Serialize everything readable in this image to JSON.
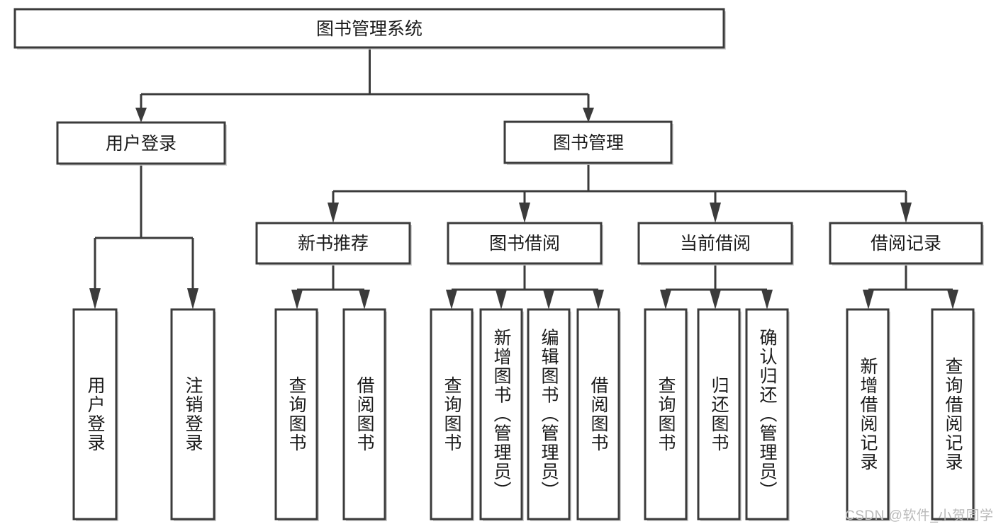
{
  "diagram": {
    "title": "图书管理系统",
    "type": "tree-hierarchy-chart",
    "orientation": "top-down",
    "colors": {
      "box_stroke": "#3b3b3b",
      "box_fill": "#ffffff",
      "edge": "#3b3b3b",
      "text": "#1a1a1a",
      "watermark": "#b9b9b9",
      "background": "#ffffff"
    },
    "root": {
      "label": "图书管理系统"
    },
    "level2": [
      {
        "id": "user-login",
        "label": "用户登录"
      },
      {
        "id": "book-management",
        "label": "图书管理"
      }
    ],
    "level3": [
      {
        "id": "new-book-recommend",
        "label": "新书推荐",
        "parent": "book-management"
      },
      {
        "id": "book-borrow",
        "label": "图书借阅",
        "parent": "book-management"
      },
      {
        "id": "current-borrow",
        "label": "当前借阅",
        "parent": "book-management"
      },
      {
        "id": "borrow-record",
        "label": "借阅记录",
        "parent": "book-management"
      }
    ],
    "leaves": {
      "user-login": [
        {
          "id": "leaf-user-login",
          "label": "用户登录"
        },
        {
          "id": "leaf-user-logout",
          "label": "注销登录"
        }
      ],
      "new-book-recommend": [
        {
          "id": "leaf-query-book-1",
          "label": "查询图书"
        },
        {
          "id": "leaf-borrow-book-1",
          "label": "借阅图书"
        }
      ],
      "book-borrow": [
        {
          "id": "leaf-query-book-2",
          "label": "查询图书"
        },
        {
          "id": "leaf-add-book",
          "label": "新增图书（管理员）"
        },
        {
          "id": "leaf-edit-book",
          "label": "编辑图书（管理员）"
        },
        {
          "id": "leaf-borrow-book-2",
          "label": "借阅图书"
        }
      ],
      "current-borrow": [
        {
          "id": "leaf-query-book-3",
          "label": "查询图书"
        },
        {
          "id": "leaf-return-book",
          "label": "归还图书"
        },
        {
          "id": "leaf-confirm-return",
          "label": "确认归还（管理员）"
        }
      ],
      "borrow-record": [
        {
          "id": "leaf-add-record",
          "label": "新增借阅记录"
        },
        {
          "id": "leaf-query-record",
          "label": "查询借阅记录"
        }
      ]
    },
    "watermark": "CSDN @软件_小贺同学"
  }
}
